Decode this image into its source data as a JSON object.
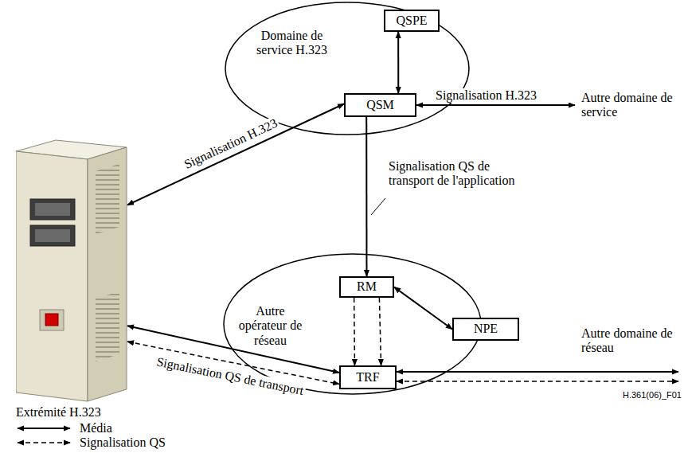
{
  "diagram": {
    "nodes": [
      {
        "text": [
          "Domaine de service H.323"
        ]
      },
      {
        "text": [
          "QSPE"
        ],
        "in": 0
      },
      {
        "text": [
          "QSM"
        ],
        "in": 0
      },
      {
        "text": [
          "Autre opérateur de réseau"
        ]
      },
      {
        "text": [
          "RM"
        ],
        "in": 3
      },
      {
        "text": [
          "NPE"
        ],
        "in": 3
      },
      {
        "text": [
          "TRF"
        ],
        "in": 3
      },
      {
        "text": [
          "Extrémité H.323"
        ]
      }
    ],
    "edges": [
      {
        "from": 1,
        "to": 2,
        "arrow": "both"
      },
      {
        "from": 7,
        "to": 2,
        "arrow": "both",
        "label": "Signalisation H.323"
      },
      {
        "from": 2,
        "to": 4,
        "arrow": "to",
        "label": "Signalisation QS de transport de l'application"
      },
      {
        "from": 4,
        "to": 5,
        "arrow": "both"
      },
      {
        "from": 4,
        "to": 6,
        "arrow": "to"
      },
      {
        "from": 4,
        "to": 6,
        "arrow": "to"
      },
      {
        "from": 7,
        "to": 6,
        "arrow": "both"
      },
      {
        "from": 7,
        "to": 6,
        "arrow": "both",
        "label": "Signalisation QS de transport"
      }
    ],
    "labels": [
      "Autre domaine de service",
      "Signalisation H.323",
      "Autre domaine de réseau",
      "H.361(06)_F01"
    ],
    "legend": [
      {
        "text": "Média"
      },
      {
        "text": "Signalisation QS"
      }
    ]
  }
}
